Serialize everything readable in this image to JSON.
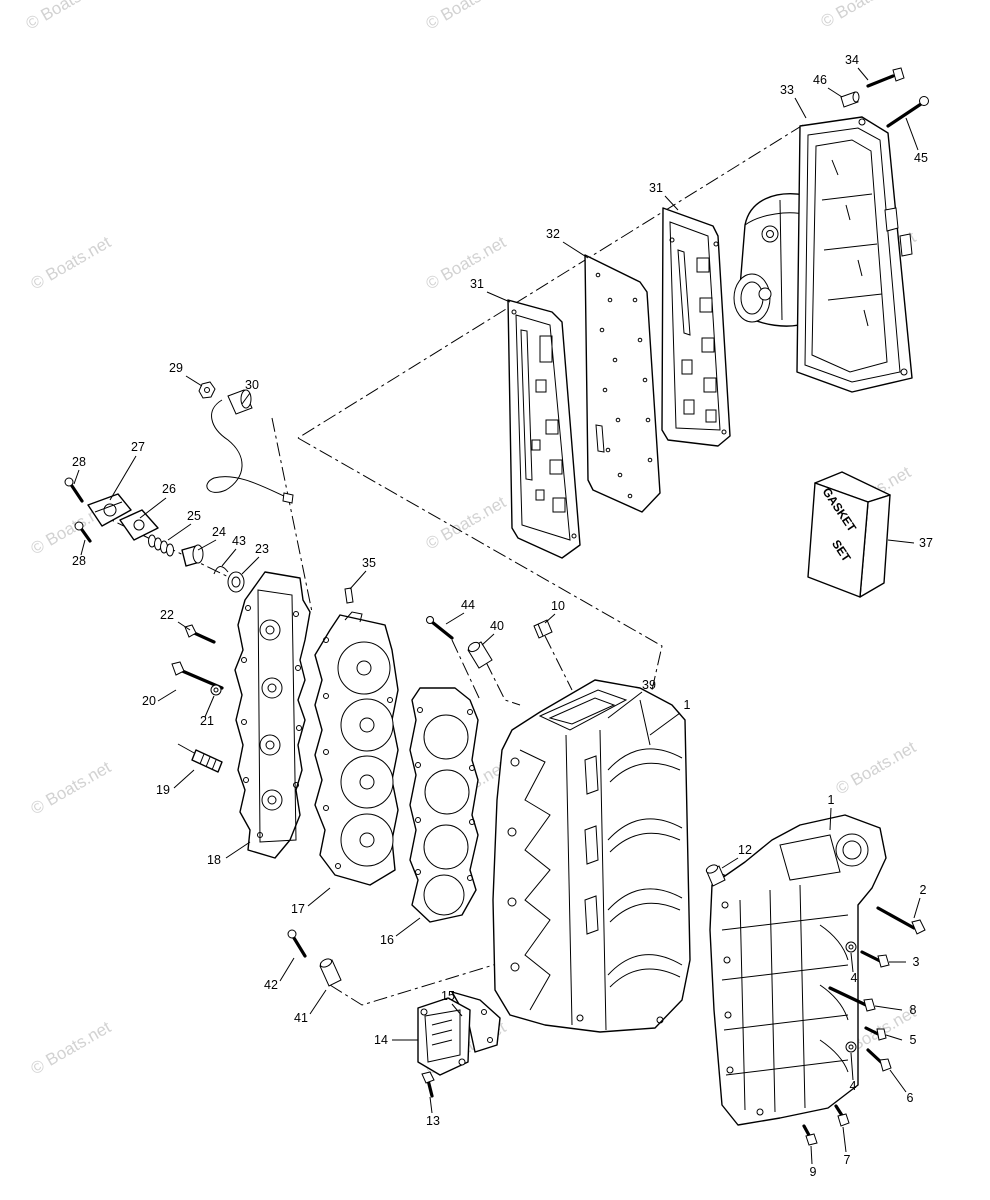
{
  "watermark": "© Boats.net",
  "callouts": [
    "34",
    "46",
    "33",
    "45",
    "31",
    "32",
    "31",
    "29",
    "30",
    "28",
    "27",
    "26",
    "25",
    "24",
    "43",
    "23",
    "28",
    "37",
    "35",
    "44",
    "10",
    "40",
    "22",
    "39",
    "1",
    "20",
    "21",
    "19",
    "18",
    "1",
    "12",
    "2",
    "17",
    "16",
    "3",
    "4",
    "42",
    "15",
    "8",
    "41",
    "14",
    "5",
    "4",
    "6",
    "13",
    "7",
    "9"
  ],
  "gasket_set_label": {
    "line1": "GASKET",
    "line2": "SET"
  },
  "colors": {
    "ink": "#000000",
    "background": "#ffffff",
    "watermark": "#d2d2d2"
  }
}
